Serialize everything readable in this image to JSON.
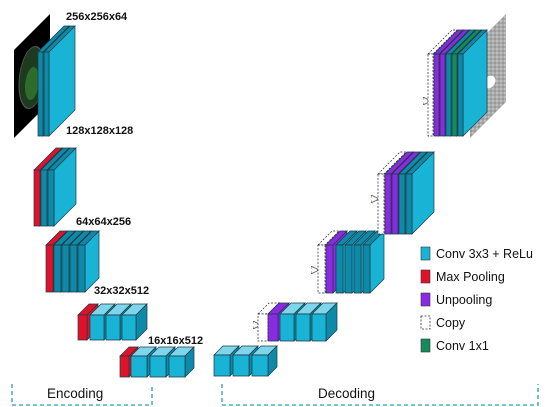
{
  "colors": {
    "conv": "#19b3d6",
    "conv_side": "#0e8aa8",
    "conv_top": "#7fd6ea",
    "pool": "#e0122b",
    "unpool": "#8a2be2",
    "copy": "#ffffff",
    "conv1x1": "#178a5a",
    "bracket": "#2a9fb8"
  },
  "levels": [
    {
      "dims": "256x256x64"
    },
    {
      "dims": "128x128x128"
    },
    {
      "dims": "64x64x256"
    },
    {
      "dims": "32x32x512"
    },
    {
      "dims": "16x16x512"
    }
  ],
  "legend": [
    {
      "label": "Conv 3x3 + ReLu",
      "type": "conv"
    },
    {
      "label": "Max Pooling",
      "type": "pool"
    },
    {
      "label": "Unpooling",
      "type": "unpool"
    },
    {
      "label": "Copy",
      "type": "copy"
    },
    {
      "label": "Conv 1x1",
      "type": "conv1x1"
    }
  ],
  "sections": {
    "encoding": "Encoding",
    "decoding": "Decoding"
  },
  "icons": [
    "input-brain-image-icon",
    "output-segmentation-image-icon"
  ]
}
